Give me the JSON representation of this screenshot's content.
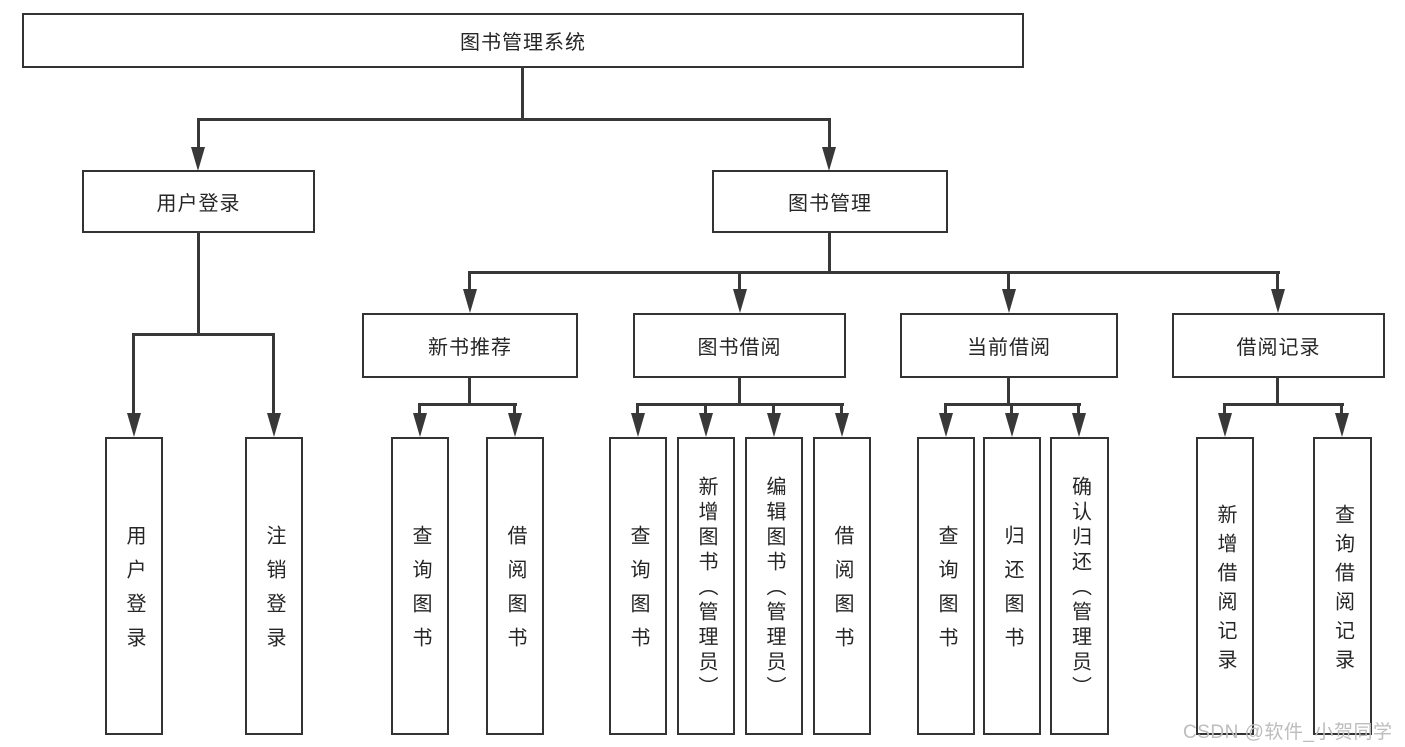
{
  "diagram": {
    "root_label": "图书管理系统",
    "level2": [
      {
        "label": "用户登录"
      },
      {
        "label": "图书管理"
      }
    ],
    "level3": [
      {
        "label": "新书推荐"
      },
      {
        "label": "图书借阅"
      },
      {
        "label": "当前借阅"
      },
      {
        "label": "借阅记录"
      }
    ],
    "leaves": {
      "user_login": [
        "用户登录",
        "注销登录"
      ],
      "new_books": [
        "查询图书",
        "借阅图书"
      ],
      "book_borrow": [
        "查询图书",
        "新增图书（管理员）",
        "编辑图书（管理员）",
        "借阅图书"
      ],
      "current_borrow": [
        "查询图书",
        "归还图书",
        "确认归还（管理员）"
      ],
      "borrow_records": [
        "新增借阅记录",
        "查询借阅记录"
      ]
    }
  },
  "watermark": {
    "text": "CSDN @软件_小贺同学"
  },
  "colors": {
    "line": "#383838",
    "border": "#333333",
    "text": "#262626",
    "watermark": "#bdbdbd",
    "background": "#ffffff"
  }
}
